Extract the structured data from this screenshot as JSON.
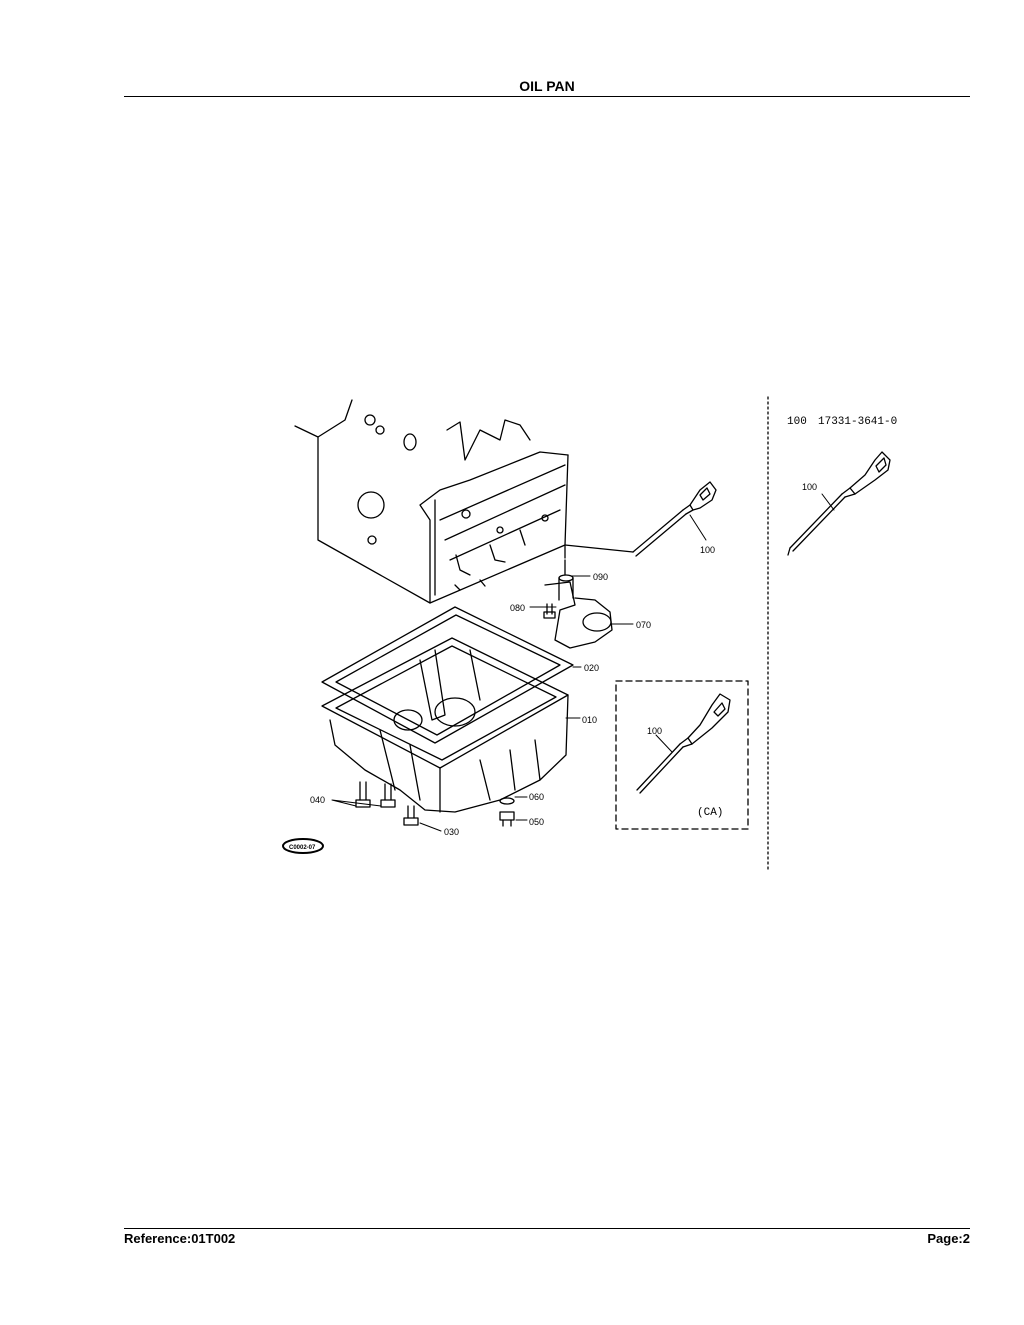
{
  "header": {
    "title": "OIL PAN"
  },
  "footer": {
    "reference": "Reference:01T002",
    "page": "Page:2"
  },
  "diagram": {
    "callouts": {
      "c010": "010",
      "c020": "020",
      "c030": "030",
      "c040": "040",
      "c050": "050",
      "c060": "060",
      "c070": "070",
      "c080": "080",
      "c090": "090",
      "c100_main": "100",
      "c100_side": "100",
      "c100_ca": "100"
    },
    "side_part": {
      "number": "100",
      "part_code": "17331-3641-0"
    },
    "ca_box_label": "(CA)",
    "figure_code": "C0002-07"
  }
}
